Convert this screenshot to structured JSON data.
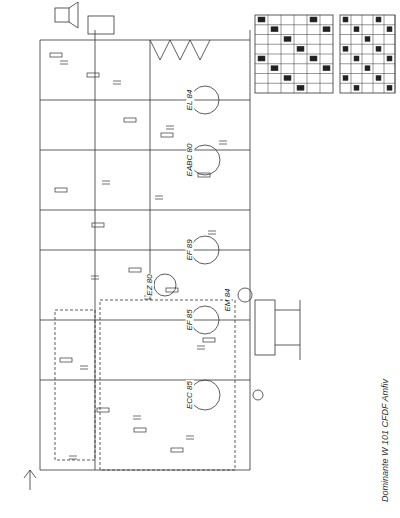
{
  "diagram": {
    "caption": "Dominante W 101 CFDF Amfiv",
    "labels": [
      "EL 84",
      "EABC 80",
      "EF 89",
      "EF 85",
      "ECC 85",
      "EZ 80",
      "EM 84"
    ]
  }
}
